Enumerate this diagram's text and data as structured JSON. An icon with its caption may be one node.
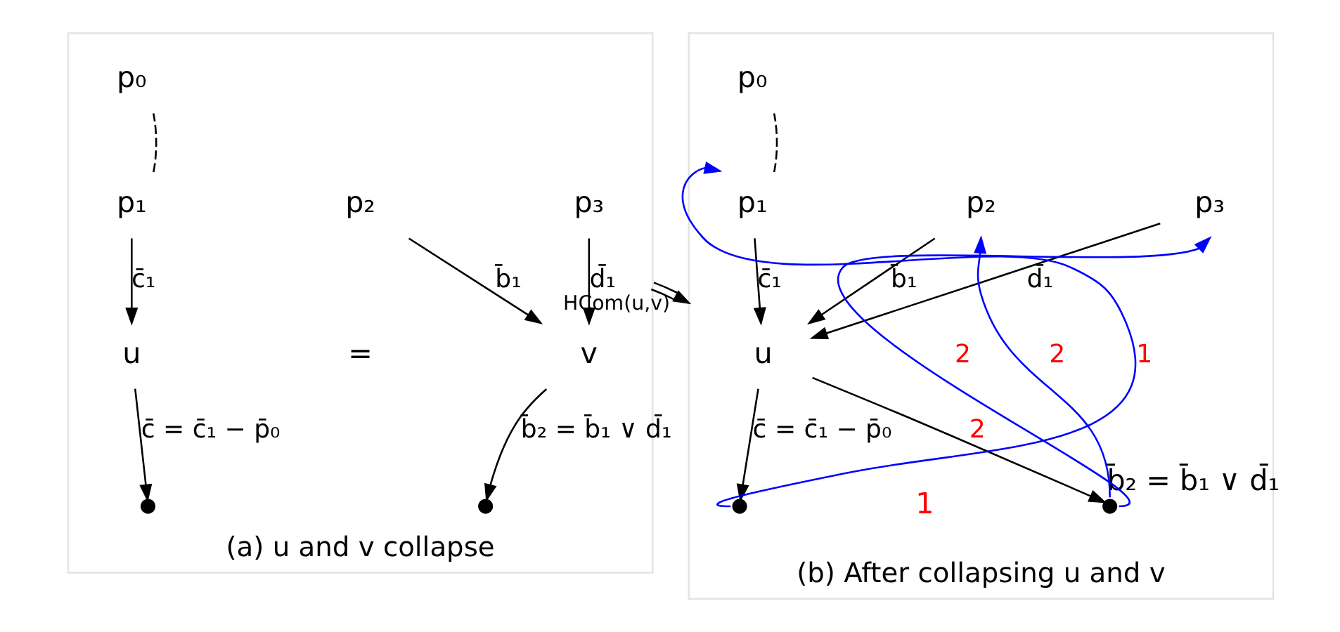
{
  "diagram": {
    "nodes": [
      {
        "text": [
          "(a) u and v collapse"
        ]
      },
      {
        "text": [
          "p₀"
        ],
        "in": 0
      },
      {
        "text": [
          "p₁"
        ],
        "in": 0
      },
      {
        "text": [
          "p₂"
        ],
        "in": 0
      },
      {
        "text": [
          "p₃"
        ],
        "in": 0
      },
      {
        "text": [
          "u"
        ],
        "in": 0
      },
      {
        "text": [
          "v"
        ],
        "in": 0
      },
      {
        "text": [],
        "shape": "circle",
        "in": 0
      },
      {
        "text": [],
        "shape": "circle",
        "in": 0
      },
      {
        "text": [
          "(b) After collapsing u and v"
        ]
      },
      {
        "text": [
          "p₀"
        ],
        "in": 9
      },
      {
        "text": [
          "p₁"
        ],
        "in": 9
      },
      {
        "text": [
          "p₂"
        ],
        "in": 9
      },
      {
        "text": [
          "p₃"
        ],
        "in": 9
      },
      {
        "text": [
          "u"
        ],
        "in": 9
      },
      {
        "text": [],
        "shape": "circle",
        "in": 9
      },
      {
        "text": [],
        "shape": "circle",
        "in": 9,
        "beside": [
          "b̄₂ = b̄₁ ∨ d̄₁"
        ]
      }
    ],
    "edges": [
      {
        "from": 2,
        "to": 1,
        "arrow": "none",
        "style": "dashed"
      },
      {
        "from": 2,
        "to": 5,
        "arrow": "to",
        "label": "c̄₁"
      },
      {
        "from": 3,
        "to": 6,
        "arrow": "to",
        "label": "b̄₁"
      },
      {
        "from": 4,
        "to": 6,
        "arrow": "to",
        "label": "d̄₁"
      },
      {
        "from": 5,
        "to": 7,
        "arrow": "to",
        "label": "c̄ = c̄₁ − p̄₀"
      },
      {
        "from": 6,
        "to": 8,
        "arrow": "to",
        "label": "b̄₂ = b̄₁ ∨ d̄₁"
      },
      {
        "from": 0,
        "to": 9,
        "arrow": "to",
        "label": "HCom(u,v)"
      },
      {
        "from": 11,
        "to": 10,
        "arrow": "none",
        "style": "dashed"
      },
      {
        "from": 11,
        "to": 14,
        "arrow": "to",
        "label": "c̄₁"
      },
      {
        "from": 12,
        "to": 14,
        "arrow": "to",
        "label": "b̄₁"
      },
      {
        "from": 13,
        "to": 14,
        "arrow": "to",
        "label": "d̄₁"
      },
      {
        "from": 14,
        "to": 15,
        "arrow": "to",
        "label": "c̄ = c̄₁ − p̄₀"
      },
      {
        "from": 14,
        "to": 16,
        "arrow": "to",
        "label": "2"
      },
      {
        "from": 15,
        "to": 11,
        "arrow": "to",
        "label": "1",
        "color": "#0000ff"
      },
      {
        "from": 16,
        "to": 12,
        "arrow": "to",
        "label": "2",
        "color": "#0000ff"
      },
      {
        "from": 16,
        "to": 13,
        "arrow": "to",
        "label": "2",
        "color": "#0000ff"
      }
    ],
    "labels": [
      "=",
      "1"
    ]
  }
}
